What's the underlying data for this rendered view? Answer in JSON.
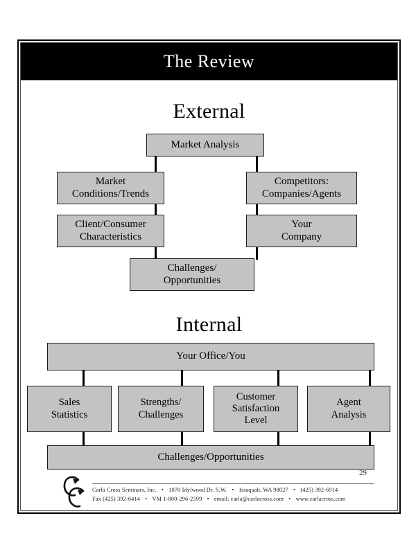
{
  "document": {
    "title": "The Review",
    "page_number": "29"
  },
  "sections": {
    "external": {
      "heading": "External",
      "nodes": {
        "market_analysis": "Market Analysis",
        "market_conditions": "Market\nConditions/Trends",
        "competitors": "Competitors:\nCompanies/Agents",
        "client_consumer": "Client/Consumer\nCharacteristics",
        "your_company": "Your\nCompany",
        "challenges": "Challenges/\nOpportunities"
      }
    },
    "internal": {
      "heading": "Internal",
      "nodes": {
        "your_office": "Your Office/You",
        "sales_statistics": "Sales\nStatistics",
        "strengths_challenges": "Strengths/\nChallenges",
        "customer_satisfaction": "Customer\nSatisfaction\nLevel",
        "agent_analysis": "Agent\nAnalysis",
        "challenges": "Challenges/Opportunities"
      }
    }
  },
  "footer": {
    "logo_name": "carla-cross-logo",
    "line1": {
      "company": "Carla Cross Seminars, Inc.",
      "street": "1070 Idylwood Dr. S.W.",
      "city_state_zip": "Issaquah, WA 98027",
      "phone": "(425) 392-6914"
    },
    "line2": {
      "fax": "Fax (425) 392-6414",
      "voicemail": "VM 1-800-296-2599",
      "email": "email: carla@carlacross.com",
      "website": "www.carlacross.com"
    },
    "separator": "•"
  },
  "colors": {
    "node_fill": "#c3c3c3",
    "node_border": "#1a1a1a",
    "title_bar": "#000000",
    "page_background": "#ffffff"
  }
}
